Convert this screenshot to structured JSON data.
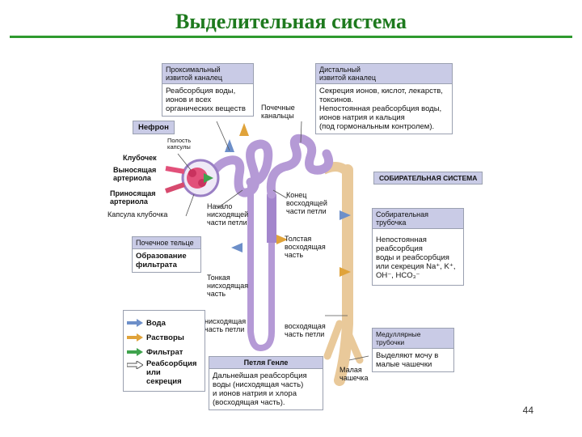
{
  "title": "Выделительная система",
  "page_number": "44",
  "boxes": {
    "proximal": {
      "head": "Проксимальный\nизвитой каналец",
      "body": "Реабсорбция воды,\nионов и всех\nорганических веществ"
    },
    "distal": {
      "head": "Дистальный\nизвитой каналец",
      "body": "Секреция ионов, кислот, лекарств,\nтоксинов.\nНепостоянная реабсорбция воды,\nионов натрия и кальция\n(под гормональным контролем)."
    },
    "corpuscle": {
      "head": "Почечное тельце",
      "body": "Образование\nфильтрата"
    },
    "collecting_duct": {
      "head": "Собирательная трубочка",
      "body": "Непостоянная\nреабсорбция\nводы и реабсорбция\nили секреция Na⁺, K⁺,\nOH⁻, HCO₃⁻"
    },
    "medullary": {
      "head": "Медуллярные трубочки",
      "body": "Выделяют мочу в\nмалые чашечки"
    },
    "henle": {
      "head": "Петля Генле",
      "body": "Дальнейшая реабсорбция\nводы (нисходящая часть)\nи ионов натрия и хлора\n(восходящая часть)."
    }
  },
  "tags": {
    "nephron": "Нефрон",
    "collecting_system": "СОБИРАТЕЛЬНАЯ СИСТЕМА"
  },
  "labels": {
    "capsule_cavity": "Полость\nкапсулы",
    "glomerulus": "Клубочек",
    "efferent": "Выносящая\nартериола",
    "afferent": "Приносящая\nартериола",
    "bowman": "Капсула клубочка",
    "renal_tubules": "Почечные\nканальцы",
    "start_desc": "Начало\nнисходящей\nчасти петли",
    "end_asc": "Конец\nвосходящей\nчасти петли",
    "thick_asc": "Толстая\nвосходящая\nчасть",
    "thin_desc": "Тонкая\nнисходящая\nчасть",
    "desc_part": "нисходящая\nчасть петли",
    "asc_part": "восходящая\nчасть петли",
    "minor_calyx": "Малая\nчашечка"
  },
  "legend": [
    {
      "label": "Вода",
      "color": "#6d8fc9"
    },
    {
      "label": "Растворы",
      "color": "#e0a33a"
    },
    {
      "label": "Фильтрат",
      "color": "#3fa34d"
    },
    {
      "label": "Реабсорбция\nили\nсекреция",
      "color": "#ffffff"
    }
  ]
}
